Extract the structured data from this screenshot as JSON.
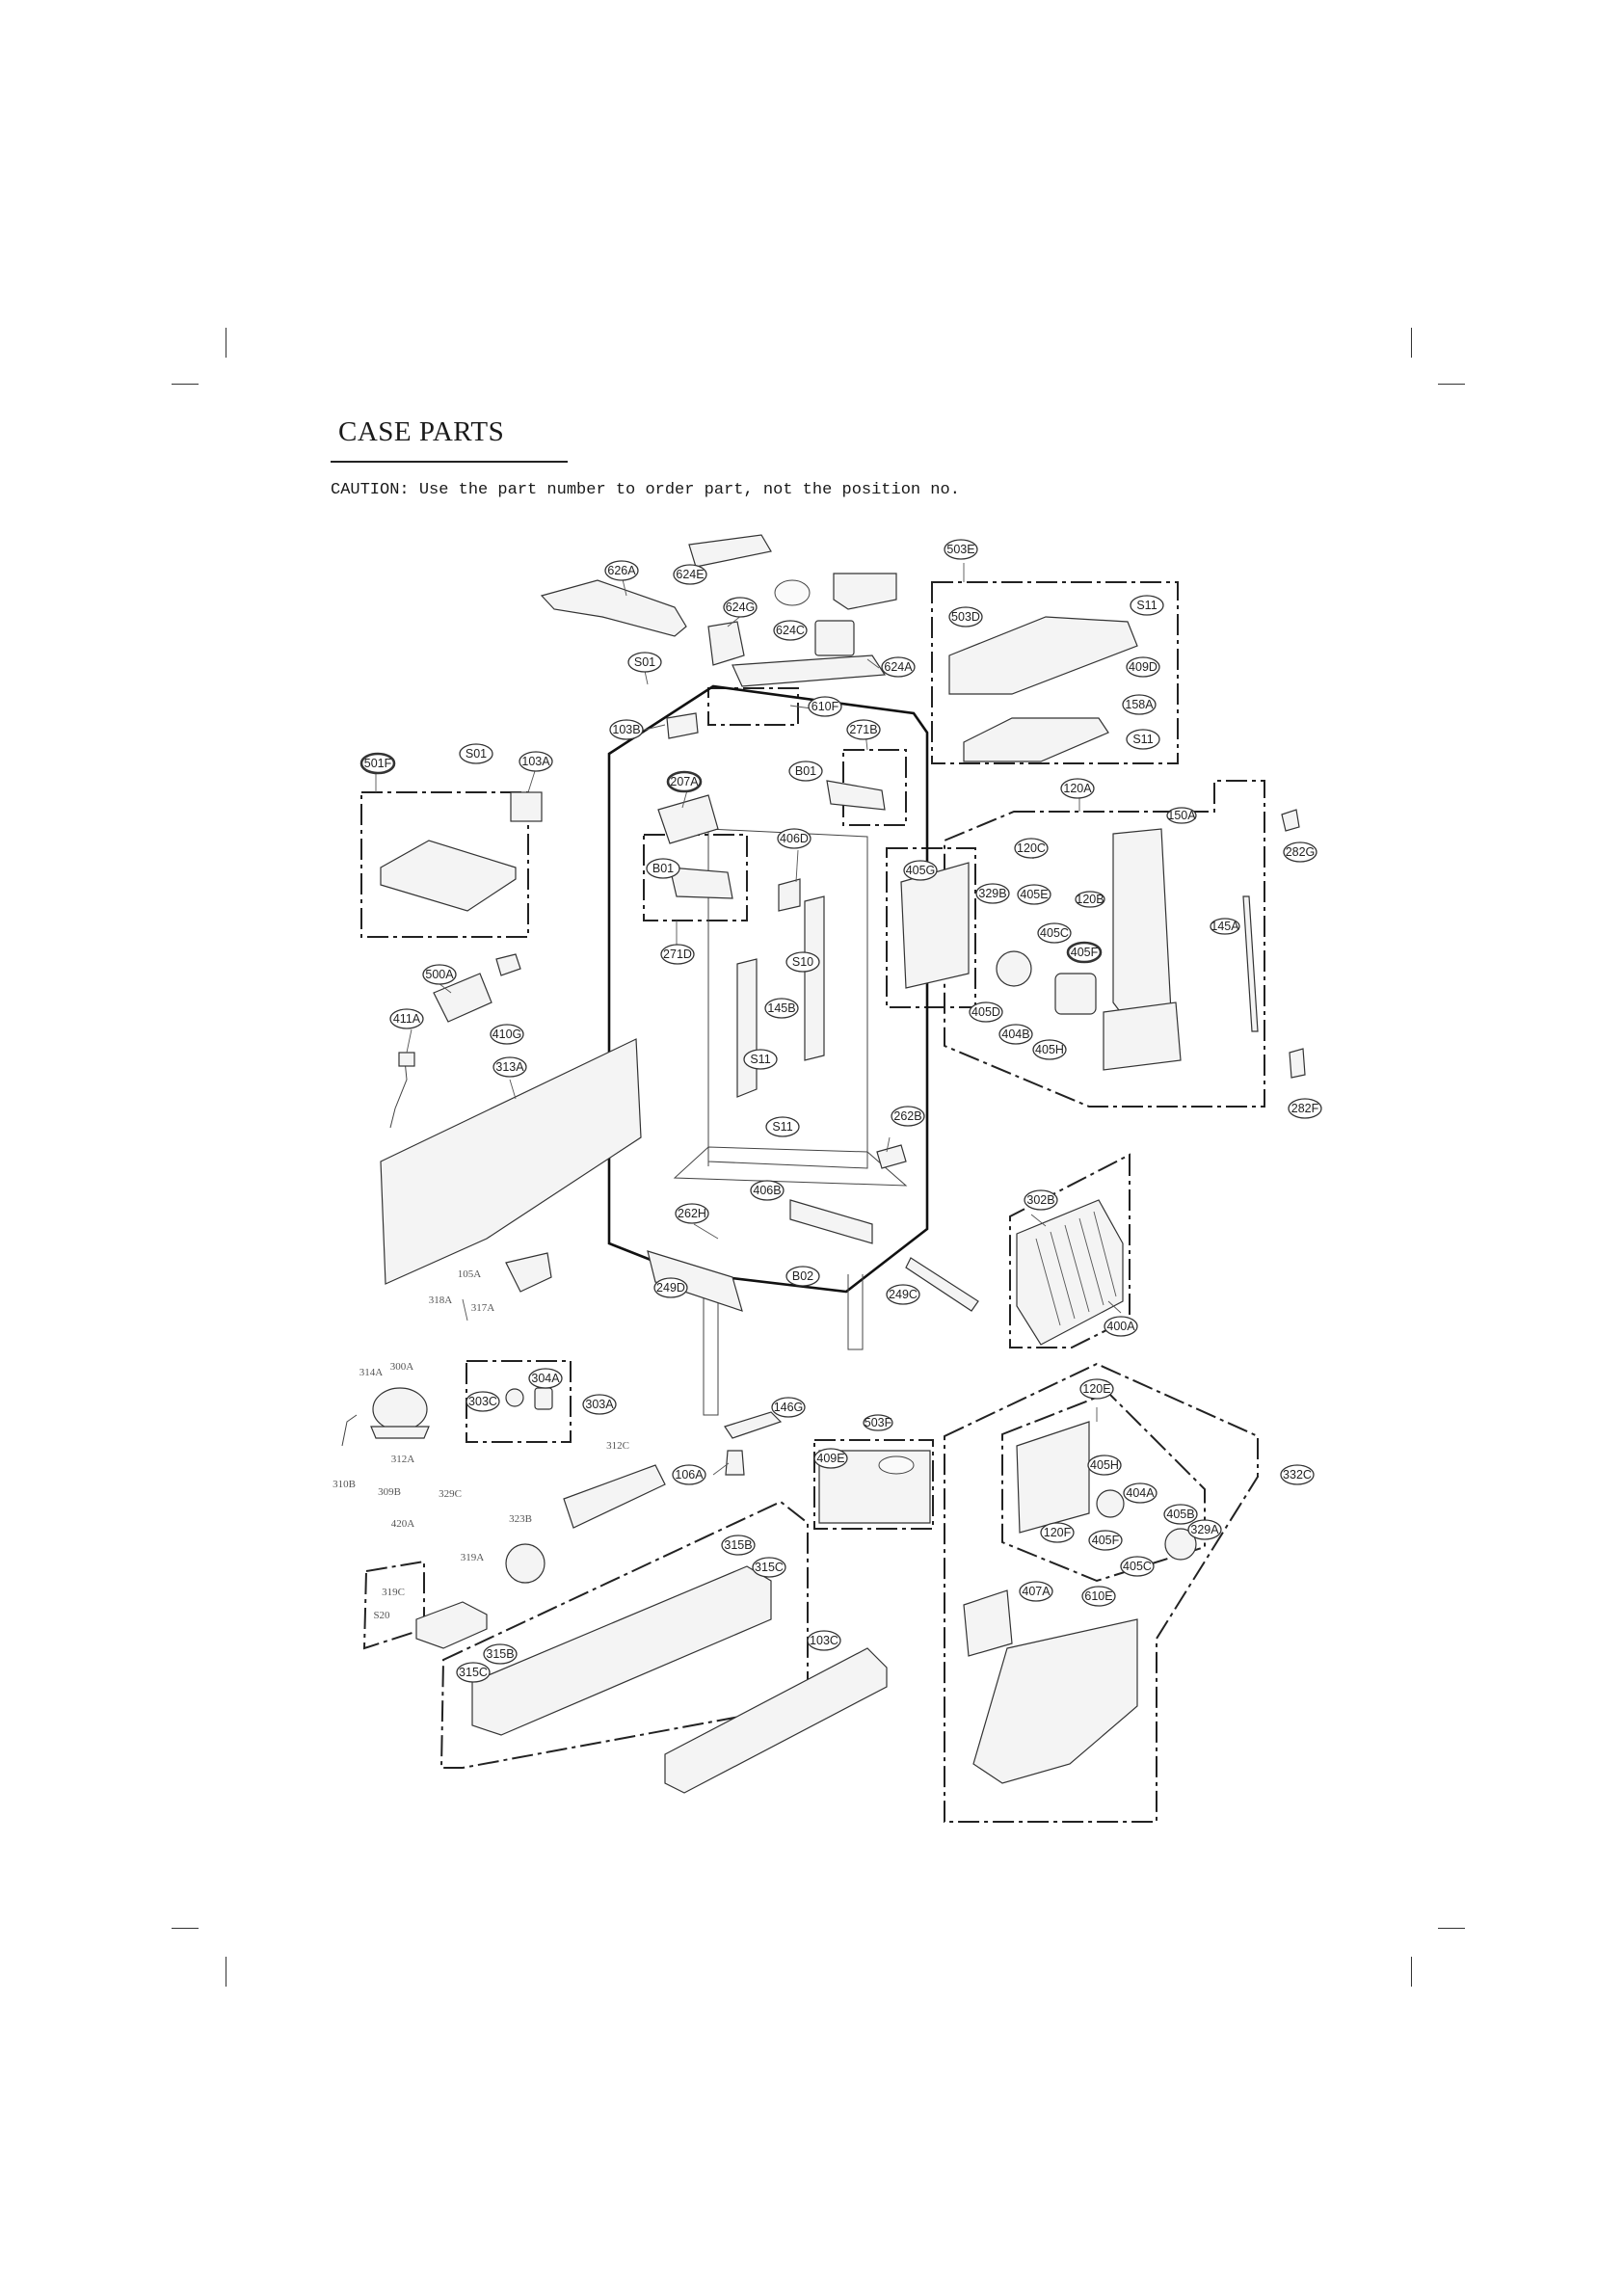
{
  "page": {
    "title": "CASE PARTS",
    "caution": "CAUTION: Use the part number to order part, not the position no."
  },
  "callouts": [
    {
      "label": "626A",
      "style": "ellipse"
    },
    {
      "label": "624E",
      "style": "ellipse"
    },
    {
      "label": "624G",
      "style": "ellipse"
    },
    {
      "label": "624C",
      "style": "ellipse"
    },
    {
      "label": "624A",
      "style": "ellipse"
    },
    {
      "label": "S01",
      "style": "ellipse"
    },
    {
      "label": "610F",
      "style": "ellipse"
    },
    {
      "label": "103B",
      "style": "ellipse"
    },
    {
      "label": "271B",
      "style": "ellipse"
    },
    {
      "label": "503E",
      "style": "ellipse"
    },
    {
      "label": "503D",
      "style": "ellipse"
    },
    {
      "label": "S11",
      "style": "ellipse"
    },
    {
      "label": "409D",
      "style": "ellipse"
    },
    {
      "label": "158A",
      "style": "ellipse"
    },
    {
      "label": "S11",
      "style": "ellipse"
    },
    {
      "label": "501F",
      "style": "bold"
    },
    {
      "label": "S01",
      "style": "ellipse"
    },
    {
      "label": "103A",
      "style": "ellipse"
    },
    {
      "label": "207A",
      "style": "bold"
    },
    {
      "label": "B01",
      "style": "ellipse"
    },
    {
      "label": "120A",
      "style": "ellipse"
    },
    {
      "label": "150A",
      "style": "small"
    },
    {
      "label": "282G",
      "style": "ellipse"
    },
    {
      "label": "406D",
      "style": "ellipse"
    },
    {
      "label": "120C",
      "style": "ellipse"
    },
    {
      "label": "B01",
      "style": "ellipse"
    },
    {
      "label": "405G",
      "style": "ellipse"
    },
    {
      "label": "329B",
      "style": "ellipse"
    },
    {
      "label": "405E",
      "style": "ellipse"
    },
    {
      "label": "120B",
      "style": "small"
    },
    {
      "label": "145A",
      "style": "small"
    },
    {
      "label": "271D",
      "style": "ellipse"
    },
    {
      "label": "405C",
      "style": "ellipse"
    },
    {
      "label": "405F",
      "style": "bold"
    },
    {
      "label": "S10",
      "style": "ellipse"
    },
    {
      "label": "500A",
      "style": "ellipse"
    },
    {
      "label": "405D",
      "style": "ellipse"
    },
    {
      "label": "411A",
      "style": "ellipse"
    },
    {
      "label": "145B",
      "style": "ellipse"
    },
    {
      "label": "404B",
      "style": "ellipse"
    },
    {
      "label": "410G",
      "style": "ellipse"
    },
    {
      "label": "405H",
      "style": "ellipse"
    },
    {
      "label": "313A",
      "style": "ellipse"
    },
    {
      "label": "S11",
      "style": "ellipse"
    },
    {
      "label": "282F",
      "style": "ellipse"
    },
    {
      "label": "262B",
      "style": "ellipse"
    },
    {
      "label": "S11",
      "style": "ellipse"
    },
    {
      "label": "406B",
      "style": "ellipse"
    },
    {
      "label": "302B",
      "style": "ellipse"
    },
    {
      "label": "262H",
      "style": "ellipse"
    },
    {
      "label": "105A",
      "style": "serif"
    },
    {
      "label": "B02",
      "style": "ellipse"
    },
    {
      "label": "249D",
      "style": "ellipse"
    },
    {
      "label": "249C",
      "style": "ellipse"
    },
    {
      "label": "318A",
      "style": "serif"
    },
    {
      "label": "317A",
      "style": "serif"
    },
    {
      "label": "400A",
      "style": "ellipse"
    },
    {
      "label": "314A",
      "style": "serif"
    },
    {
      "label": "300A",
      "style": "serif"
    },
    {
      "label": "304A",
      "style": "ellipse"
    },
    {
      "label": "303C",
      "style": "ellipse"
    },
    {
      "label": "303A",
      "style": "ellipse"
    },
    {
      "label": "120E",
      "style": "ellipse"
    },
    {
      "label": "146G",
      "style": "ellipse"
    },
    {
      "label": "503F",
      "style": "small"
    },
    {
      "label": "312C",
      "style": "serif"
    },
    {
      "label": "312A",
      "style": "serif"
    },
    {
      "label": "409E",
      "style": "ellipse"
    },
    {
      "label": "106A",
      "style": "ellipse"
    },
    {
      "label": "405H",
      "style": "ellipse"
    },
    {
      "label": "332C",
      "style": "ellipse"
    },
    {
      "label": "310B",
      "style": "serif"
    },
    {
      "label": "309B",
      "style": "serif"
    },
    {
      "label": "329C",
      "style": "serif"
    },
    {
      "label": "404A",
      "style": "ellipse"
    },
    {
      "label": "323B",
      "style": "serif"
    },
    {
      "label": "420A",
      "style": "serif"
    },
    {
      "label": "405B",
      "style": "ellipse"
    },
    {
      "label": "329A",
      "style": "ellipse"
    },
    {
      "label": "315B",
      "style": "ellipse"
    },
    {
      "label": "120F",
      "style": "ellipse"
    },
    {
      "label": "405F",
      "style": "ellipse"
    },
    {
      "label": "319A",
      "style": "serif"
    },
    {
      "label": "315C",
      "style": "ellipse"
    },
    {
      "label": "405C",
      "style": "ellipse"
    },
    {
      "label": "319C",
      "style": "serif"
    },
    {
      "label": "407A",
      "style": "ellipse"
    },
    {
      "label": "610E",
      "style": "ellipse"
    },
    {
      "label": "S20",
      "style": "serif"
    },
    {
      "label": "103C",
      "style": "ellipse"
    },
    {
      "label": "315B",
      "style": "ellipse"
    },
    {
      "label": "315C",
      "style": "ellipse"
    }
  ]
}
